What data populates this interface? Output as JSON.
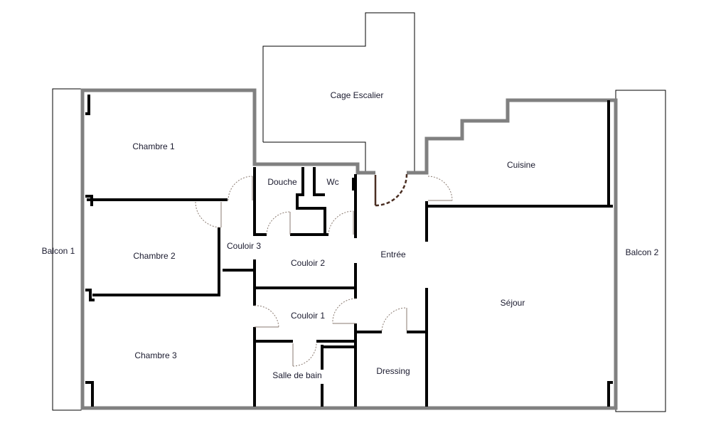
{
  "rooms": {
    "cage_escalier": "Cage Escalier",
    "chambre_1": "Chambre 1",
    "chambre_2": "Chambre 2",
    "chambre_3": "Chambre 3",
    "douche": "Douche",
    "wc": "Wc",
    "cuisine": "Cuisine",
    "couloir_3": "Couloir 3",
    "couloir_2": "Couloir 2",
    "couloir_1": "Couloir 1",
    "entree": "Entrée",
    "sejour": "Séjour",
    "salle_de_bain": "Salle de bain",
    "dressing": "Dressing",
    "balcon_1": "Balcon 1",
    "balcon_2": "Balcon 2"
  },
  "colors": {
    "exterior_wall": "#808080",
    "interior_wall": "#000000",
    "door_arc": "#8a7a70"
  }
}
